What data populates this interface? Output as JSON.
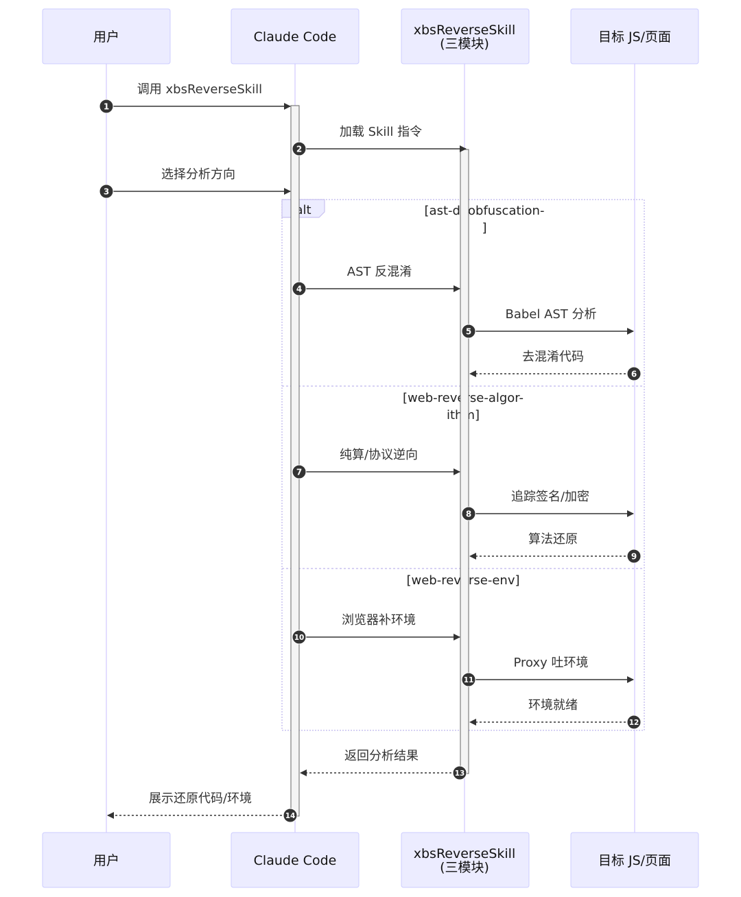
{
  "participants": [
    {
      "id": "user",
      "label": "用户"
    },
    {
      "id": "claude",
      "label": "Claude Code"
    },
    {
      "id": "skill",
      "label_line1": "xbsReverseSkill",
      "label_line2": "(三模块)"
    },
    {
      "id": "target",
      "label": "目标 JS/页面"
    }
  ],
  "messages": [
    {
      "seq": "1",
      "text": "调用 xbsReverseSkill",
      "from": "user",
      "to": "claude",
      "style": "solid"
    },
    {
      "seq": "2",
      "text": "加载 Skill 指令",
      "from": "claude",
      "to": "skill",
      "style": "solid"
    },
    {
      "seq": "3",
      "text": "选择分析方向",
      "from": "user",
      "to": "claude",
      "style": "solid"
    },
    {
      "seq": "4",
      "text": "AST 反混淆",
      "from": "claude",
      "to": "skill",
      "style": "solid"
    },
    {
      "seq": "5",
      "text": "Babel AST 分析",
      "from": "skill",
      "to": "target",
      "style": "solid"
    },
    {
      "seq": "6",
      "text": "去混淆代码",
      "from": "target",
      "to": "skill",
      "style": "dashed"
    },
    {
      "seq": "7",
      "text": "纯算/协议逆向",
      "from": "claude",
      "to": "skill",
      "style": "solid"
    },
    {
      "seq": "8",
      "text": "追踪签名/加密",
      "from": "skill",
      "to": "target",
      "style": "solid"
    },
    {
      "seq": "9",
      "text": "算法还原",
      "from": "target",
      "to": "skill",
      "style": "dashed"
    },
    {
      "seq": "10",
      "text": "浏览器补环境",
      "from": "claude",
      "to": "skill",
      "style": "solid"
    },
    {
      "seq": "11",
      "text": "Proxy 吐环境",
      "from": "skill",
      "to": "target",
      "style": "solid"
    },
    {
      "seq": "12",
      "text": "环境就绪",
      "from": "target",
      "to": "skill",
      "style": "dashed"
    },
    {
      "seq": "13",
      "text": "返回分析结果",
      "from": "skill",
      "to": "claude",
      "style": "dashed"
    },
    {
      "seq": "14",
      "text": "展示还原代码/环境",
      "from": "claude",
      "to": "user",
      "style": "dashed"
    }
  ],
  "alt_frame": {
    "label": "alt",
    "sections": [
      {
        "line1": "[ast-deobfuscation-",
        "line2": "]"
      },
      {
        "line1": "[web-reverse-algor-",
        "line2": "ithm]"
      },
      {
        "line1": "[web-reverse-env]"
      }
    ]
  },
  "colors": {
    "actor_fill": "#ECECFF",
    "actor_border": "#CCCCFF",
    "lifeline": "#DDD6FF",
    "line": "#333333",
    "frame_border": "#C9C2F0"
  }
}
